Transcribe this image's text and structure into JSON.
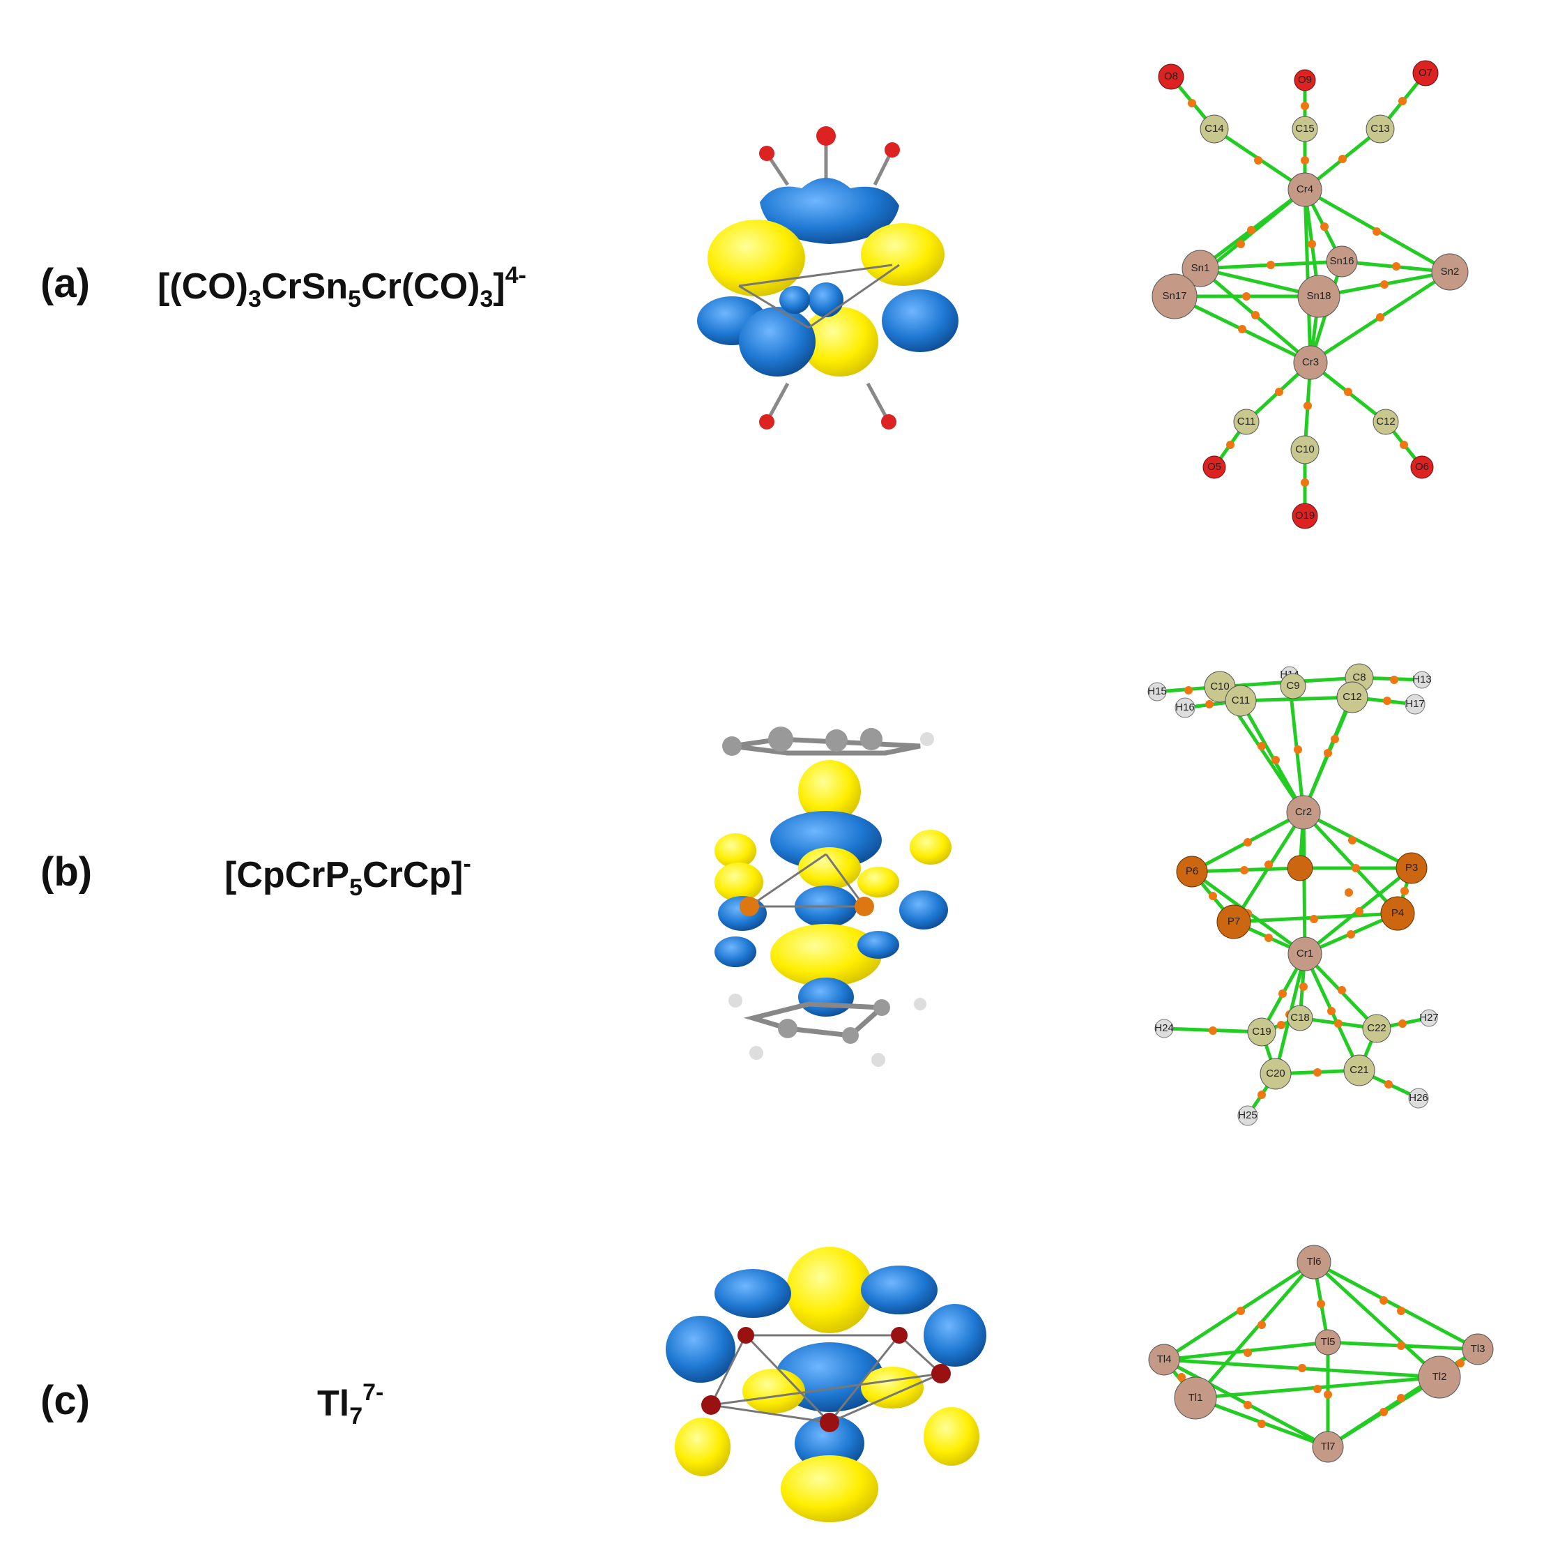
{
  "panels": [
    {
      "label": "(a)",
      "formula": {
        "main": "[(CO)",
        "s1": "3",
        "m2": "CrSn",
        "s2": "5",
        "m3": "Cr(CO)",
        "s3": "3",
        "m4": "]",
        "sup": "4-"
      },
      "atoms": [
        "O8",
        "O9",
        "O7",
        "C14",
        "C15",
        "C13",
        "Cr4",
        "Sn1",
        "Sn16",
        "Sn2",
        "Sn17",
        "Sn18",
        "Cr3",
        "C11",
        "C12",
        "C10",
        "O5",
        "O6",
        "O19"
      ]
    },
    {
      "label": "(b)",
      "formula": {
        "main": "[CpCrP",
        "s1": "5",
        "m2": "CrCp]",
        "sup": "-"
      },
      "atoms": [
        "H15",
        "C10",
        "H14",
        "C9",
        "C8",
        "H13",
        "H16",
        "C11",
        "C12",
        "H17",
        "Cr2",
        "P6",
        "P3",
        "P7",
        "P4",
        "Cr1",
        "H24",
        "C19",
        "C18",
        "C22",
        "H27",
        "C20",
        "C21",
        "H25",
        "H26"
      ]
    },
    {
      "label": "(c)",
      "formula": {
        "main": "Tl",
        "s1": "7",
        "sup": "7-"
      },
      "atoms": [
        "Tl6",
        "Tl5",
        "Tl3",
        "Tl4",
        "Tl2",
        "Tl1",
        "Tl7"
      ]
    }
  ],
  "colors": {
    "orbital_positive": "#ffff00",
    "orbital_negative": "#1e78d2",
    "bond_path": "#22cc22",
    "critical_point": "#ee7711",
    "sn_cr_tl_atom": "#c49a87",
    "carbon_atom": "#c8c88e",
    "oxygen_atom": "#dd2222",
    "phosphorus_atom": "#cc6611",
    "hydrogen_atom": "#dddddd"
  }
}
